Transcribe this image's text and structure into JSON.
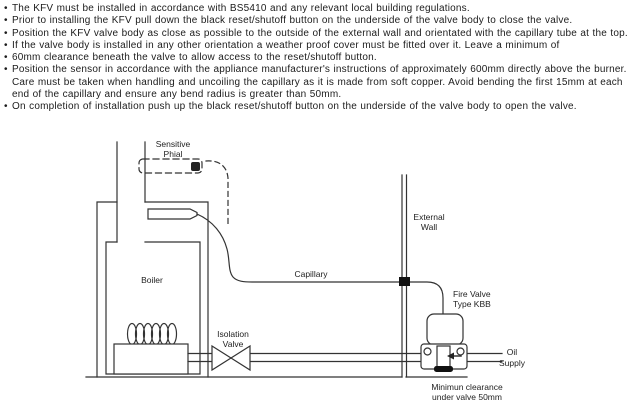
{
  "instructions": {
    "bullets": [
      "The KFV must be installed in accordance with BS5410 and any relevant local building regulations.",
      "Prior to installing the KFV pull down the black reset/shutoff button on the underside of the valve body to close the valve.",
      "Position the KFV valve body as close as possible to the outside of the external wall and orientated with the capillary tube at the top.",
      "If the valve body is installed in any other orientation a weather proof cover must be fitted over it.  Leave a minimum of",
      "60mm clearance beneath the valve to allow access to the reset/shutoff button.",
      "Position the sensor in accordance with the appliance manufacturer's instructions of approximately 600mm directly above the burner.  Care must be taken when handling and uncoiling the capillary as it is made from soft copper.  Avoid bending the first 15mm at each end of the capillary and ensure any bend radius is greater than 50mm.",
      "On completion of installation push up the black reset/shutoff button on the underside of the valve body to open the valve."
    ]
  },
  "diagram": {
    "labels": {
      "sensitive_phial_1": "Sensitive",
      "sensitive_phial_2": "Phial",
      "boiler": "Boiler",
      "capillary": "Capillary",
      "isolation_valve_1": "Isolation",
      "isolation_valve_2": "Valve",
      "external_wall_1": "External",
      "external_wall_2": "Wall",
      "fire_valve_1": "Fire Valve",
      "fire_valve_2": "Type KBB",
      "oil_supply_1": "Oil",
      "oil_supply_2": "Supply",
      "clearance_1": "Minimun clearance",
      "clearance_2": "under valve 50mm"
    },
    "colors": {
      "line": "#333333",
      "text": "#222222",
      "background": "#ffffff"
    }
  }
}
